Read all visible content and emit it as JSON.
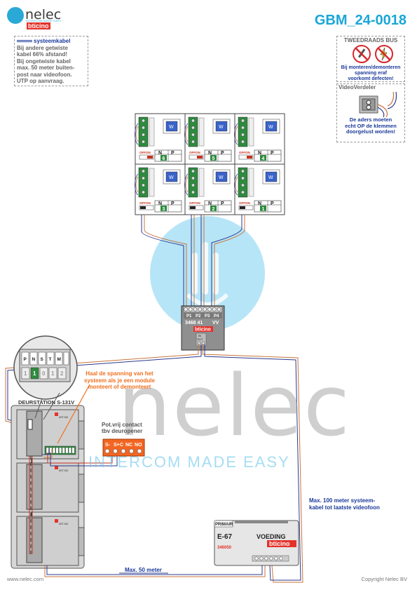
{
  "brand": {
    "name": "nelec",
    "sub": "INTERCOM MADE EASY",
    "partner": "bticino"
  },
  "doc_code": "GBM_24-0018",
  "system_note": {
    "title": "systeemkabel",
    "lines": [
      "Bij andere getwiste",
      "kabel 66% afstand!",
      "Bij ongetwiste kabel",
      "max. 50 meter buiten-",
      "post naar videofoon.",
      "UTP op aanvraag."
    ]
  },
  "bus_note": {
    "title": "TWEEDRAADS BUS",
    "lines": [
      "Bij monteren/demonteren",
      "spanning eraf",
      "voorkomt defecten!"
    ]
  },
  "vv_note": {
    "title": "VideoVerdeler",
    "lines": [
      "De aders moeten",
      "echt OP de klemmen",
      "doorgelust worden!"
    ]
  },
  "monitors": [
    {
      "num": "6"
    },
    {
      "num": "5"
    },
    {
      "num": "4"
    },
    {
      "num": "3"
    },
    {
      "num": "2"
    },
    {
      "num": "1"
    }
  ],
  "monitor_labels": {
    "off": "OFF",
    "on": "ON",
    "n": "N",
    "p": "P",
    "screen": "W"
  },
  "distributor": {
    "code": "3468 41",
    "vv": "VV",
    "terms": [
      "P1",
      "P2",
      "P3",
      "P4"
    ],
    "in": "IN",
    "out": "OUT",
    "logo": "bticino"
  },
  "station": {
    "title": "DEURSTATION S-131V",
    "module_code": "ART.352"
  },
  "config_terms": [
    "P",
    "N",
    "S",
    "T",
    "M"
  ],
  "config_digits": [
    "1",
    "1",
    "0",
    "1",
    "2"
  ],
  "warning": [
    "Haal de spanning van het",
    "systeem als je een module",
    "monteert of demonteert"
  ],
  "relay": {
    "title": [
      "Pot.vrij contact",
      "tbv deuropener"
    ],
    "terms": [
      "S-",
      "S+",
      "C",
      "NC",
      "NO"
    ]
  },
  "power": {
    "primary": "PRIMAIR",
    "code": "E-67",
    "label": "VOEDING",
    "part": "346050",
    "logo": "bticino"
  },
  "max100": [
    "Max. 100 meter systeem-",
    "kabel tot laatste videofoon"
  ],
  "max50": "Max. 50 meter",
  "watermark": {
    "name": "nelec",
    "tag": "INTERCOM MADE EASY"
  },
  "footer": {
    "left": "www.nelec.com",
    "right": "Copyright Nelec BV"
  },
  "colors": {
    "accent": "#1aa6d8",
    "wire_blue": "#2b3a8f",
    "wire_orange": "#c8743c",
    "warning": "#f07020",
    "relay": "#f26522",
    "terminal_green": "#2e8b3e"
  }
}
